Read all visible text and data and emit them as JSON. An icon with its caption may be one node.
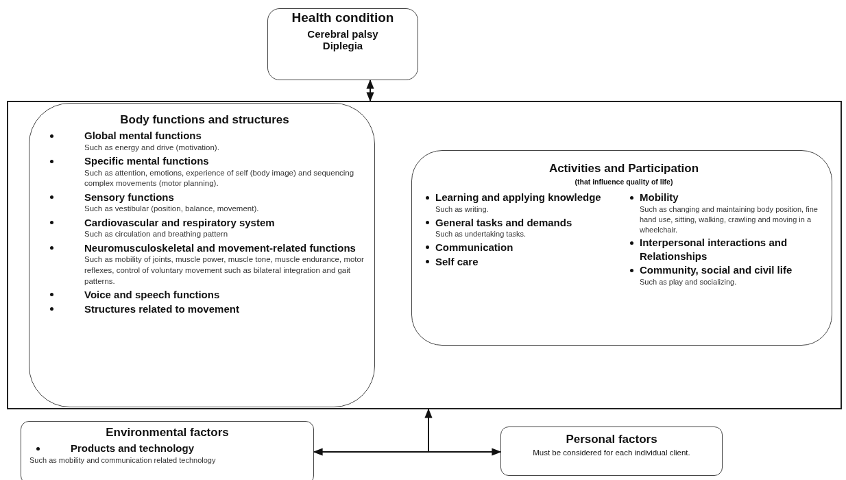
{
  "diagram": {
    "nodes": [
      {
        "text": [
          "Health condition",
          "Cerebral palsy",
          "Diplegia"
        ]
      },
      {
        "text": [],
        "shape": "box"
      },
      {
        "text": [
          "Body functions and structures",
          "Global mental functions",
          "Such as energy and drive (motivation).",
          "Specific mental functions",
          "Such as attention, emotions, experience of self (body image) and sequencing complex movements (motor planning).",
          "Sensory functions",
          "Such as vestibular (position, balance, movement).",
          "Cardiovascular and respiratory system",
          "Such as circulation and breathing pattern",
          "Neuromusculoskeletal and movement-related functions",
          "Such as mobility of joints, muscle power, muscle tone, muscle endurance, motor reflexes, control of voluntary movement such as bilateral integration and gait patterns.",
          "Voice and speech functions",
          "Structures related to movement"
        ],
        "in": 1
      },
      {
        "text": [
          "Activities and Participation",
          "(that influence quality of life)",
          "Learning and applying knowledge",
          "Such as writing.",
          "General tasks and demands",
          "Such as undertaking tasks.",
          "Communication",
          "Self care",
          "Mobility",
          "Such as changing and maintaining body position, fine hand use, sitting, walking, crawling and moving in a wheelchair.",
          "Interpersonal interactions and Relationships",
          "Community, social and civil life",
          "Such as play and socializing."
        ],
        "in": 1
      },
      {
        "text": [
          "Environmental factors",
          "Products and technology",
          "Such as mobility and communication related technology"
        ]
      },
      {
        "text": [
          "Personal factors",
          "Must be considered for each individual client."
        ]
      }
    ],
    "edges": [
      {
        "from": 0,
        "to": 1,
        "arrow": "both"
      },
      {
        "from": 4,
        "to": 5,
        "arrow": "both"
      },
      {
        "from": null,
        "to": 1,
        "arrow": "to"
      }
    ]
  }
}
